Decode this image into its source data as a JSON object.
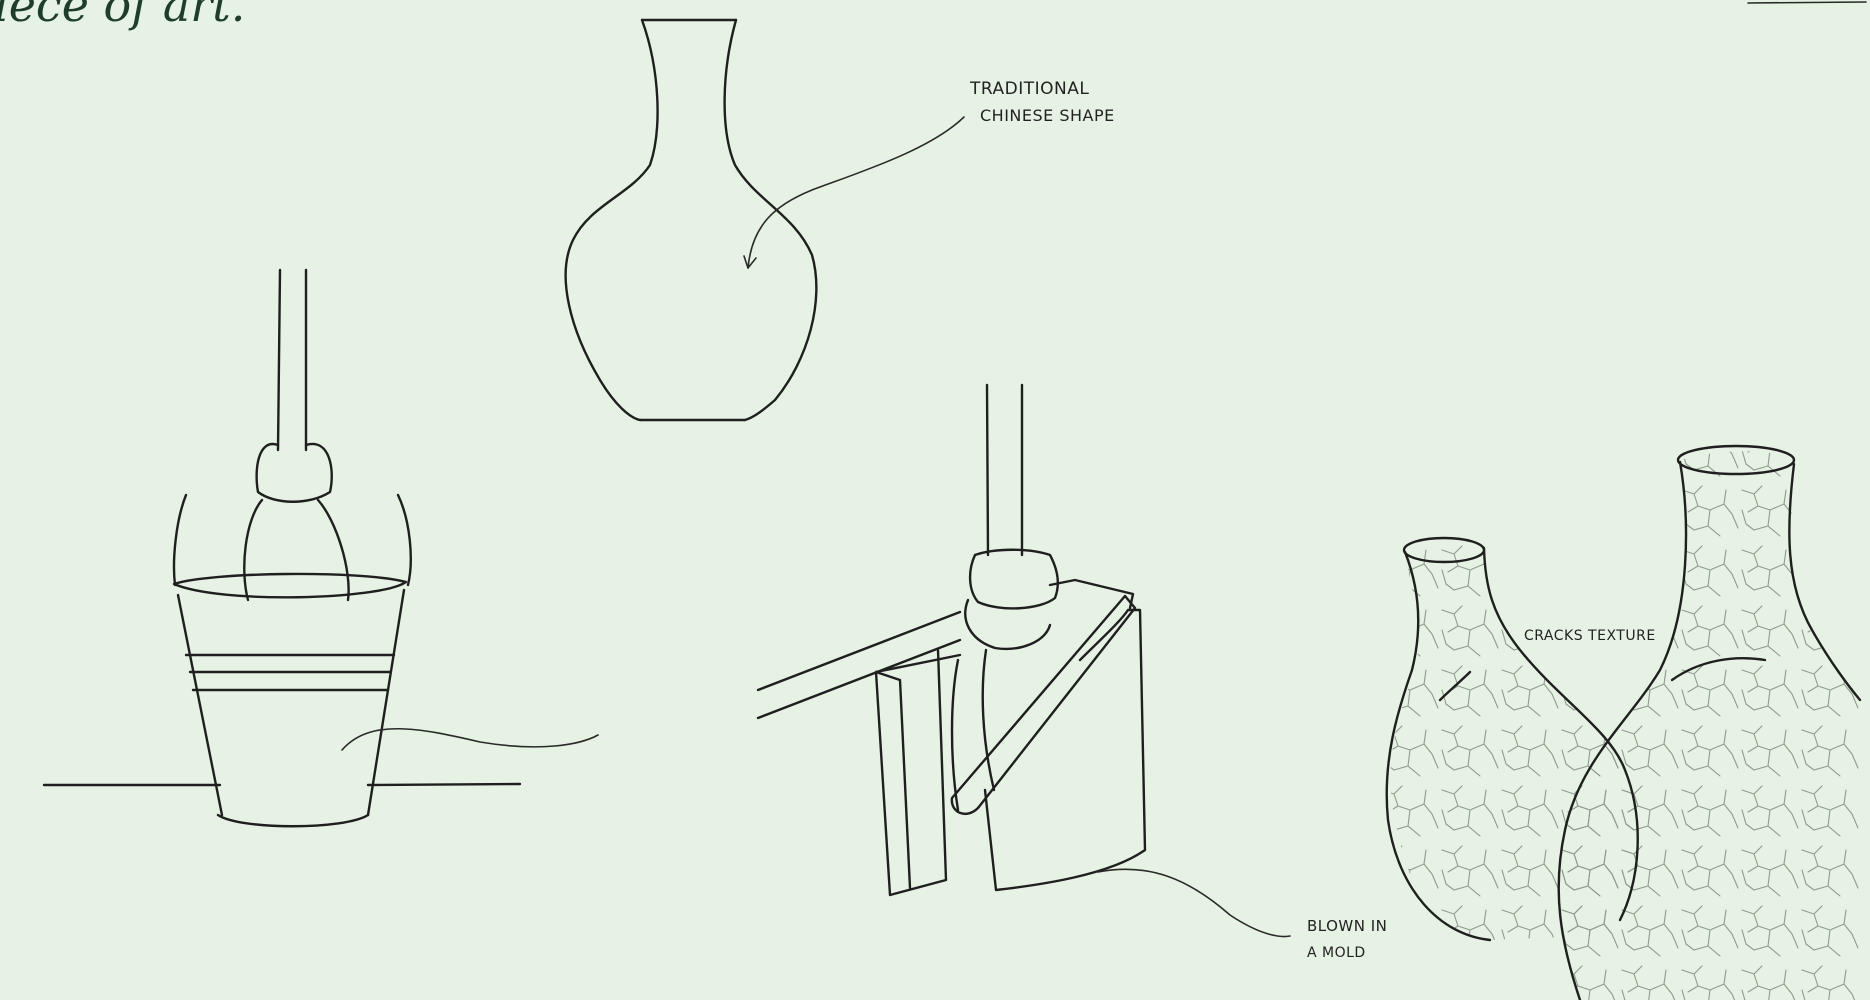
{
  "quote_fragment": "iece of art.\"",
  "labels": {
    "traditional_line1": "TRADITIONAL",
    "traditional_line2": "CHINESE SHAPE",
    "blown_line1": "BLOWN IN",
    "blown_line2": "A MOLD",
    "cracks": "CRACKS TEXTURE"
  },
  "colors": {
    "background": "#e6f2e3",
    "ink": "#1f1f1f",
    "quote_text": "#1e3d2b",
    "crack_lines": "#8d9a8c"
  }
}
